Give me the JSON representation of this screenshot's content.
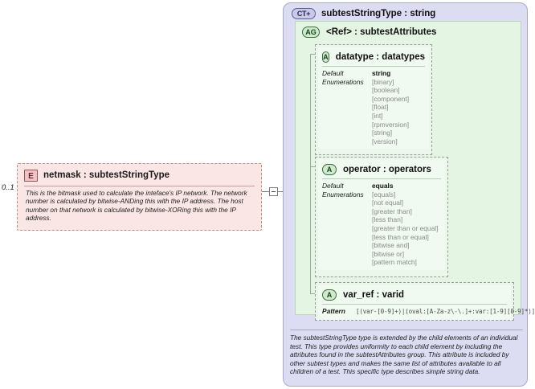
{
  "diagram": {
    "kind": "xml-schema-component-diagram",
    "colors": {
      "element_fill": "#fbe6e6",
      "element_border": "#c08a8a",
      "complextype_fill": "#dcdcf2",
      "complextype_border": "#a8a8c8",
      "attributegroup_fill": "#e4f5e4",
      "attribute_fill": "#eaf7ea",
      "enumeration_text": "#8a8a8a",
      "connector": "#7a7a7a"
    }
  },
  "element": {
    "badge": "E",
    "badge_name": "element-icon",
    "title": "netmask : subtestStringType",
    "name": "netmask",
    "type": "subtestStringType",
    "cardinality": "0..1",
    "documentation": "This is the bitmask used to calculate the inteface's IP network.  The network number is calculated by bitwise-ANDing this with the IP address.  The host number on that network is calculated by bitwise-XORing this with the IP address."
  },
  "connector": {
    "toggle_symbol": "−",
    "toggle_name": "collapse-toggle"
  },
  "complex_type": {
    "badge": "CT",
    "badge_plus": "+",
    "title": "subtestStringType : string",
    "name": "subtestStringType",
    "base": "string",
    "documentation": "The subtestStringType type is extended by the child elements of an individual test.  This type provides uniformity to each child element by including the attributes found in the subtestAttributes group.  This attribute is included by other subtest types and makes the same list of attributes available to all children of a test.  This specific type describes simple string data."
  },
  "attribute_group": {
    "badge": "AG",
    "ref_label": "<Ref>",
    "separator": ":",
    "title": "subtestAttributes",
    "full_title": "<Ref>    : subtestAttributes"
  },
  "attributes": [
    {
      "badge": "A",
      "title": "datatype : datatypes",
      "name": "datatype",
      "type": "datatypes",
      "facet_labels": [
        "Default",
        "Enumerations"
      ],
      "default": "string",
      "enumerations": [
        "[binary]",
        "[boolean]",
        "[component]",
        "[float]",
        "[int]",
        "[rpmversion]",
        "[string]",
        "[version]"
      ]
    },
    {
      "badge": "A",
      "title": "operator : operators",
      "name": "operator",
      "type": "operators",
      "facet_labels": [
        "Default",
        "Enumerations"
      ],
      "default": "equals",
      "enumerations": [
        "[equals]",
        "[not equal]",
        "[greater than]",
        "[less than]",
        "[greater than or equal]",
        "[less than or equal]",
        "[bitwise and]",
        "[bitwise or]",
        "[pattern match]"
      ]
    },
    {
      "badge": "A",
      "title": "var_ref   : varid",
      "name": "var_ref",
      "type": "varid",
      "facet_labels": [
        "Pattern"
      ],
      "pattern": "[(var-[0-9]+)|(oval:[A-Za-z\\-\\.]+:var:[1-9][0-9]*)]"
    }
  ]
}
